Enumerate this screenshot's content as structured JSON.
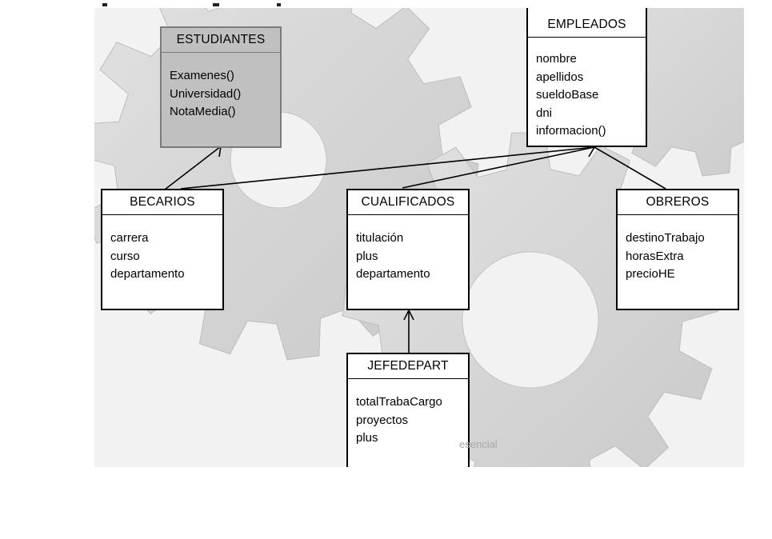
{
  "classes": {
    "estudiantes": {
      "name": "ESTUDIANTES",
      "members": [
        "Examenes()",
        "Universidad()",
        "NotaMedia()"
      ]
    },
    "empleados": {
      "name": "EMPLEADOS",
      "members": [
        "nombre",
        "apellidos",
        "sueldoBase",
        "dni",
        "informacion()"
      ]
    },
    "becarios": {
      "name": "BECARIOS",
      "members": [
        "carrera",
        "curso",
        "departamento"
      ]
    },
    "cualificados": {
      "name": "CUALIFICADOS",
      "members": [
        "titulación",
        "plus",
        "departamento"
      ]
    },
    "obreros": {
      "name": "OBREROS",
      "members": [
        "destinoTrabajo",
        "horasExtra",
        "precioHE"
      ]
    },
    "jefedepart": {
      "name": "JEFEDEPART",
      "members": [
        "totalTrabaCargo",
        "proyectos",
        "plus"
      ]
    }
  },
  "watermark": "esencial",
  "colors": {
    "background_gears": "#d6d6d6",
    "shaded_class_fill": "#c0c0c0",
    "shaded_class_border": "#7b7b7b",
    "class_border": "#000000"
  }
}
